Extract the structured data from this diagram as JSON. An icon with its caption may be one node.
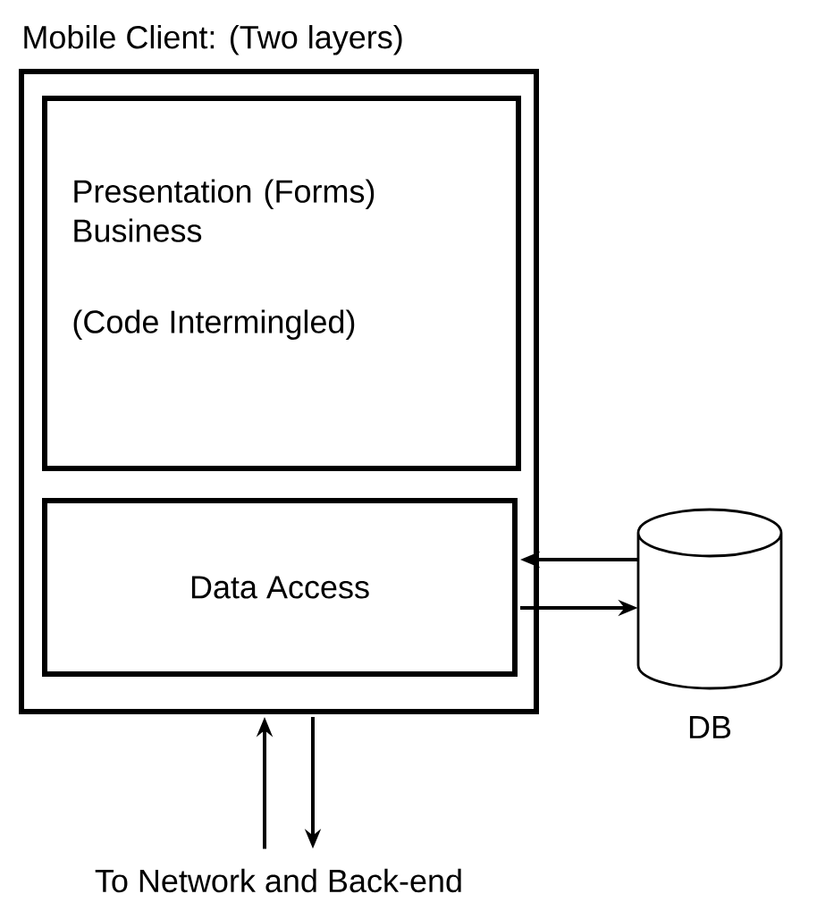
{
  "diagram": {
    "nodes": [
      {
        "text": [
          "Mobile Client: (Two layers)"
        ]
      },
      {
        "text": [
          "Presentation (Forms) Business",
          "(Code Intermingled)"
        ],
        "in": 0
      },
      {
        "text": [
          "Data Access"
        ],
        "in": 0
      },
      {
        "text": [],
        "shape": "cylinder",
        "beside": [
          "DB"
        ]
      },
      {
        "text": [
          "To Network and Back-end"
        ]
      }
    ],
    "edges": [
      {
        "from": 3,
        "to": 2,
        "arrow": "to"
      },
      {
        "from": 2,
        "to": 3,
        "arrow": "to"
      },
      {
        "from": 4,
        "to": 0,
        "arrow": "to"
      },
      {
        "from": 0,
        "to": 4,
        "arrow": "to"
      }
    ]
  }
}
